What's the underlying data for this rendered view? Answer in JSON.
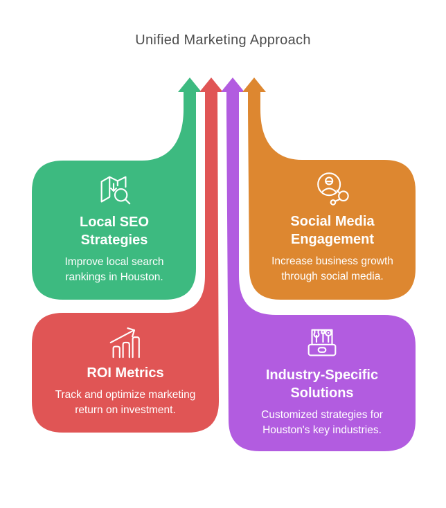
{
  "title": "Unified Marketing Approach",
  "colors": {
    "green": "#3dba80",
    "red": "#e05555",
    "purple": "#b25ce0",
    "orange": "#dd8730",
    "title_text": "#4d4d4d",
    "card_text": "#ffffff"
  },
  "cards": [
    {
      "id": "local-seo",
      "color_key": "green",
      "icon": "map-search-icon",
      "title": "Local SEO\nStrategies",
      "description": "Improve local search\nrankings in Houston."
    },
    {
      "id": "social-media",
      "color_key": "orange",
      "icon": "social-network-person-icon",
      "title": "Social Media\nEngagement",
      "description": "Increase business growth\nthrough social media."
    },
    {
      "id": "roi-metrics",
      "color_key": "red",
      "icon": "bar-chart-growth-icon",
      "title": "ROI Metrics",
      "description": "Track and optimize marketing\nreturn on investment."
    },
    {
      "id": "industry-solutions",
      "color_key": "purple",
      "icon": "toolbox-icon",
      "title": "Industry-Specific\nSolutions",
      "description": "Customized strategies for\nHouston's key industries."
    }
  ]
}
